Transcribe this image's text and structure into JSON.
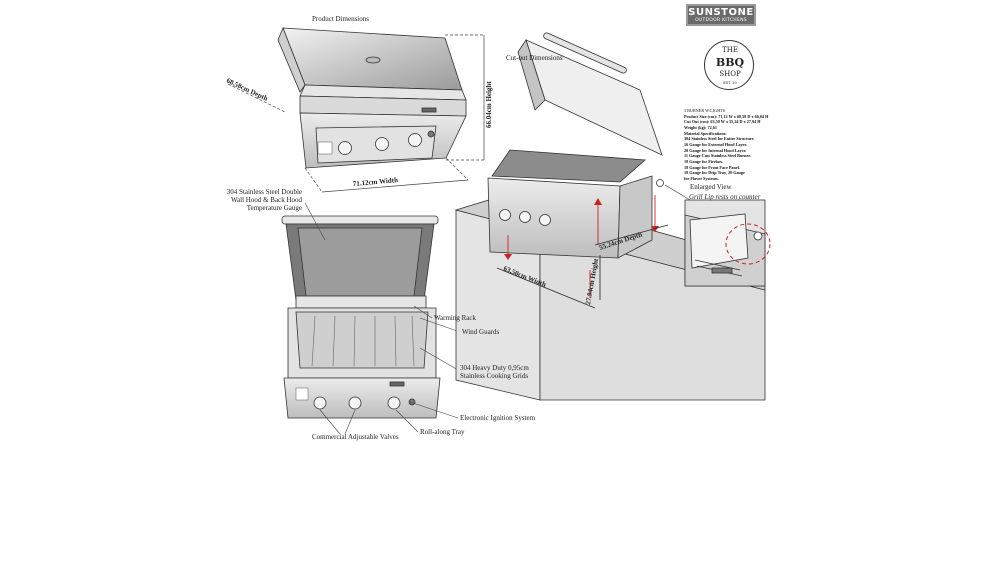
{
  "brand": {
    "name": "SUNSTONE",
    "tagline": "OUTDOOR KITCHENS"
  },
  "shop_logo": {
    "line1": "THE",
    "line2": "BBQ",
    "line3": "SHOP",
    "est": "EST. 20"
  },
  "headings": {
    "product_dimensions": "Product Dimensions",
    "cutout_dimensions": "Cut-out Dimensions",
    "enlarged_view": "Enlarged View",
    "grill_lip": "Grill Lip rests on counter"
  },
  "product_dims": {
    "depth": "68.58cm Depth",
    "width": "71.12cm Width",
    "height": "66.04cm Height"
  },
  "cutout_dims": {
    "width": "63.50cm Width",
    "depth": "55.24cm Depth",
    "height": "27.94cm Height"
  },
  "callouts": {
    "hood": [
      "304 Stainless Steel Double",
      "Wall Hood & Back Hood",
      "Temperature Gauge"
    ],
    "warming_rack": "Warming Rack",
    "wind_guards": "Wind Guards",
    "grids": [
      "304 Heavy Duty 0,95cm",
      "Stainless Cooking Grids"
    ],
    "ignition": "Electronic Ignition System",
    "valves": "Commercial Adjustable Valves",
    "tray": "Roll-along Tray"
  },
  "specs": [
    {
      "text": "3 BURNER W/LIGHTS",
      "bold": false
    },
    {
      "text": "Product Size (cm): 71,12 W x 68,58 D x 66,04 H",
      "bold": true
    },
    {
      "text": "Cut Out (cm): 63,50 W x 55,24 D x 27,94 H",
      "bold": true
    },
    {
      "text": "Weight (kg): 72,61",
      "bold": true
    },
    {
      "text": "Material Specifications:",
      "bold": true
    },
    {
      "text": "304 Stainless Steel for Entire Structure.",
      "bold": true
    },
    {
      "text": "16 Gauge for External Hood Layer.",
      "bold": true
    },
    {
      "text": "20 Gauge for Internal Hood Layer.",
      "bold": true
    },
    {
      "text": "11 Gauge Cast Stainless Steel Burner.",
      "bold": true
    },
    {
      "text": "18 Gauge for Firebox.",
      "bold": true
    },
    {
      "text": "18 Gauge for Front Face Panel.",
      "bold": true
    },
    {
      "text": "18 Gauge for Drip Tray, 20 Gauge",
      "bold": true
    },
    {
      "text": "for Flavor Systems.",
      "bold": true
    }
  ],
  "colors": {
    "steel": "#d6d6d6",
    "steel_dark": "#8e8e8e",
    "counter": "#ececec",
    "accent": "#cc2222",
    "ink": "#222222"
  }
}
